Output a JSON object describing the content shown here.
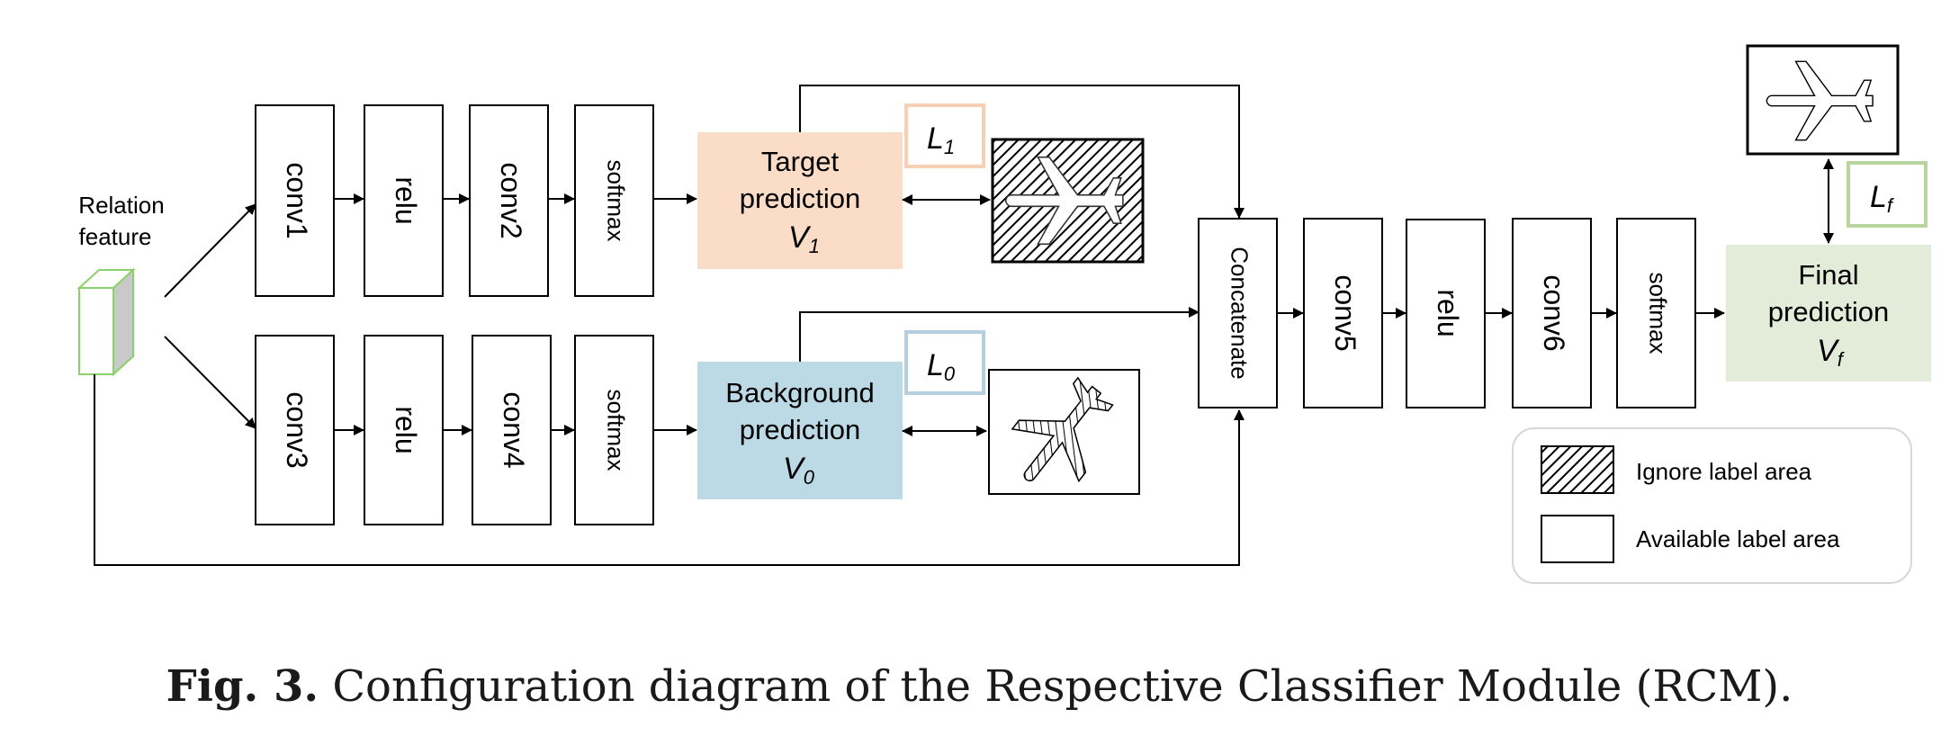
{
  "input": {
    "label_line1": "Relation",
    "label_line2": "feature"
  },
  "branch_target": {
    "layers": [
      "conv1",
      "relu",
      "conv2",
      "softmax"
    ],
    "prediction": {
      "line1": "Target",
      "line2": "prediction",
      "var": "V",
      "sub": "1"
    },
    "loss": {
      "letter": "L",
      "sub": "1"
    }
  },
  "branch_background": {
    "layers": [
      "conv3",
      "relu",
      "conv4",
      "softmax"
    ],
    "prediction": {
      "line1": "Background",
      "line2": "prediction",
      "var": "V",
      "sub": "0"
    },
    "loss": {
      "letter": "L",
      "sub": "0"
    }
  },
  "fusion": {
    "concat_label": "Concatenate",
    "layers": [
      "conv5",
      "relu",
      "conv6",
      "softmax"
    ],
    "prediction": {
      "line1": "Final",
      "line2": "prediction",
      "var": "V",
      "sub": "f"
    },
    "loss": {
      "letter": "L",
      "sub": "f"
    }
  },
  "legend": {
    "ignore_label": "Ignore label area",
    "available_label": "Available label area"
  },
  "caption": {
    "prefix": "Fig. 3.",
    "text": " Configuration diagram of the Respective Classifier Module (RCM)."
  },
  "colors": {
    "target_fill": "#fbdcc6",
    "background_fill": "#bcd9e6",
    "final_fill": "#e3ecd9",
    "loss1_border": "#f6cfb4",
    "loss0_border": "#b3cfe0",
    "lossf_border": "#b7d59c",
    "cube_green": "#8bd16a"
  }
}
